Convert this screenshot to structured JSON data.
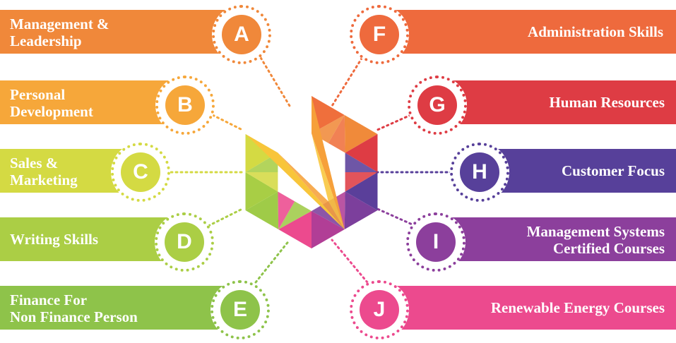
{
  "items": [
    {
      "letter": "A",
      "label": "Management &\nLeadership",
      "color": "#F0883A"
    },
    {
      "letter": "B",
      "label": "Personal\nDevelopment",
      "color": "#F6A73A"
    },
    {
      "letter": "C",
      "label": "Sales &\nMarketing",
      "color": "#D4DA43"
    },
    {
      "letter": "D",
      "label": "Writing Skills",
      "color": "#ABCE45"
    },
    {
      "letter": "E",
      "label": "Finance For\nNon Finance Person",
      "color": "#8EC34A"
    },
    {
      "letter": "F",
      "label": "Administration Skills",
      "color": "#EE6A3D"
    },
    {
      "letter": "G",
      "label": "Human  Resources",
      "color": "#DE3C44"
    },
    {
      "letter": "H",
      "label": "Customer Focus",
      "color": "#57409A"
    },
    {
      "letter": "I",
      "label": "Management Systems\nCertified Courses",
      "color": "#8C3F9C"
    },
    {
      "letter": "J",
      "label": "Renewable Energy Courses",
      "color": "#EC4A8E"
    }
  ]
}
